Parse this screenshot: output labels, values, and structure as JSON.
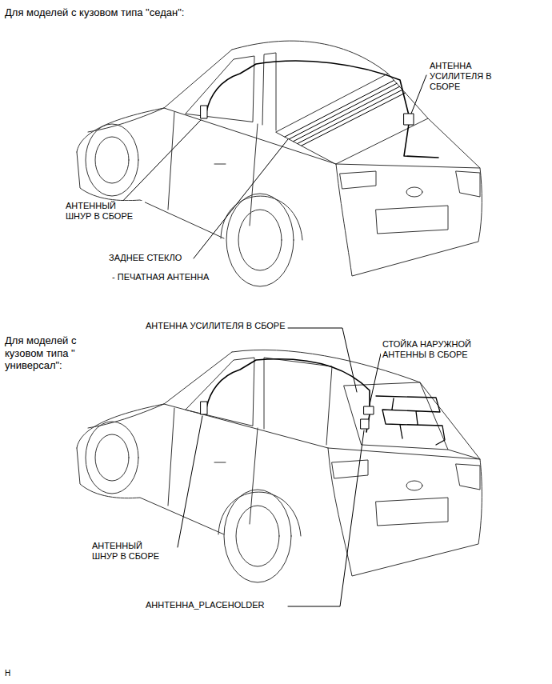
{
  "diagram": {
    "labels": [
      "Для моделей с кузовом типа \"седан\":",
      "АНТЕННА УСИЛИТЕЛЯ В СБОРЕ",
      "АНТЕННЫЙ ШНУР В СБОРЕ",
      "ЗАДНЕЕ СТЕКЛО",
      "- ПЕЧАТНАЯ АНТЕННА",
      "Для моделей с кузовом типа \" универсал\":",
      "АНТЕННА УСИЛИТЕЛЯ В СБОРЕ",
      "СТОЙКА НАРУЖНОЙ АНТЕННЫ В СБОРЕ",
      "АНТЕННЫЙ ШНУР В СБОРЕ",
      "АННТЕННА_PLACEHOLDER",
      "H"
    ]
  }
}
